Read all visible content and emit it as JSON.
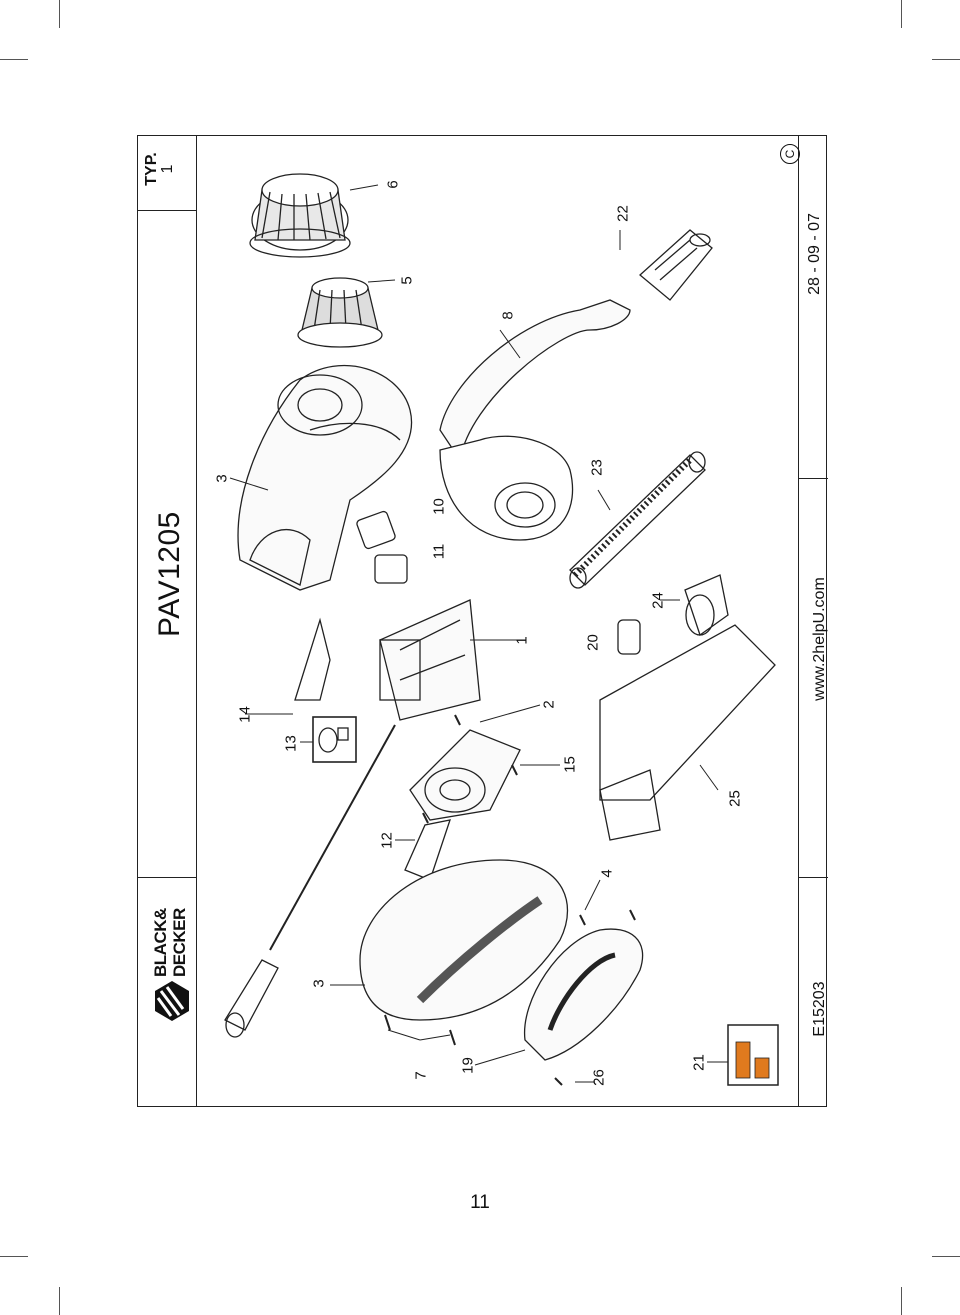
{
  "header": {
    "brand_line1": "BLACK&",
    "brand_line2": "DECKER",
    "model": "PAV1205",
    "type_label": "TYP.",
    "type_value": "1"
  },
  "footer": {
    "drawing_code": "E15203",
    "website": "www.2helpU.com",
    "date": "28 - 09 - 07",
    "copyright_mark": "C"
  },
  "callouts": [
    "1",
    "2",
    "3",
    "3",
    "4",
    "5",
    "6",
    "7",
    "8",
    "10",
    "11",
    "12",
    "13",
    "14",
    "15",
    "19",
    "20",
    "21",
    "22",
    "23",
    "24",
    "25",
    "26"
  ],
  "page_number": "11",
  "colors": {
    "accent": "#e07a1e",
    "line": "#222222"
  }
}
